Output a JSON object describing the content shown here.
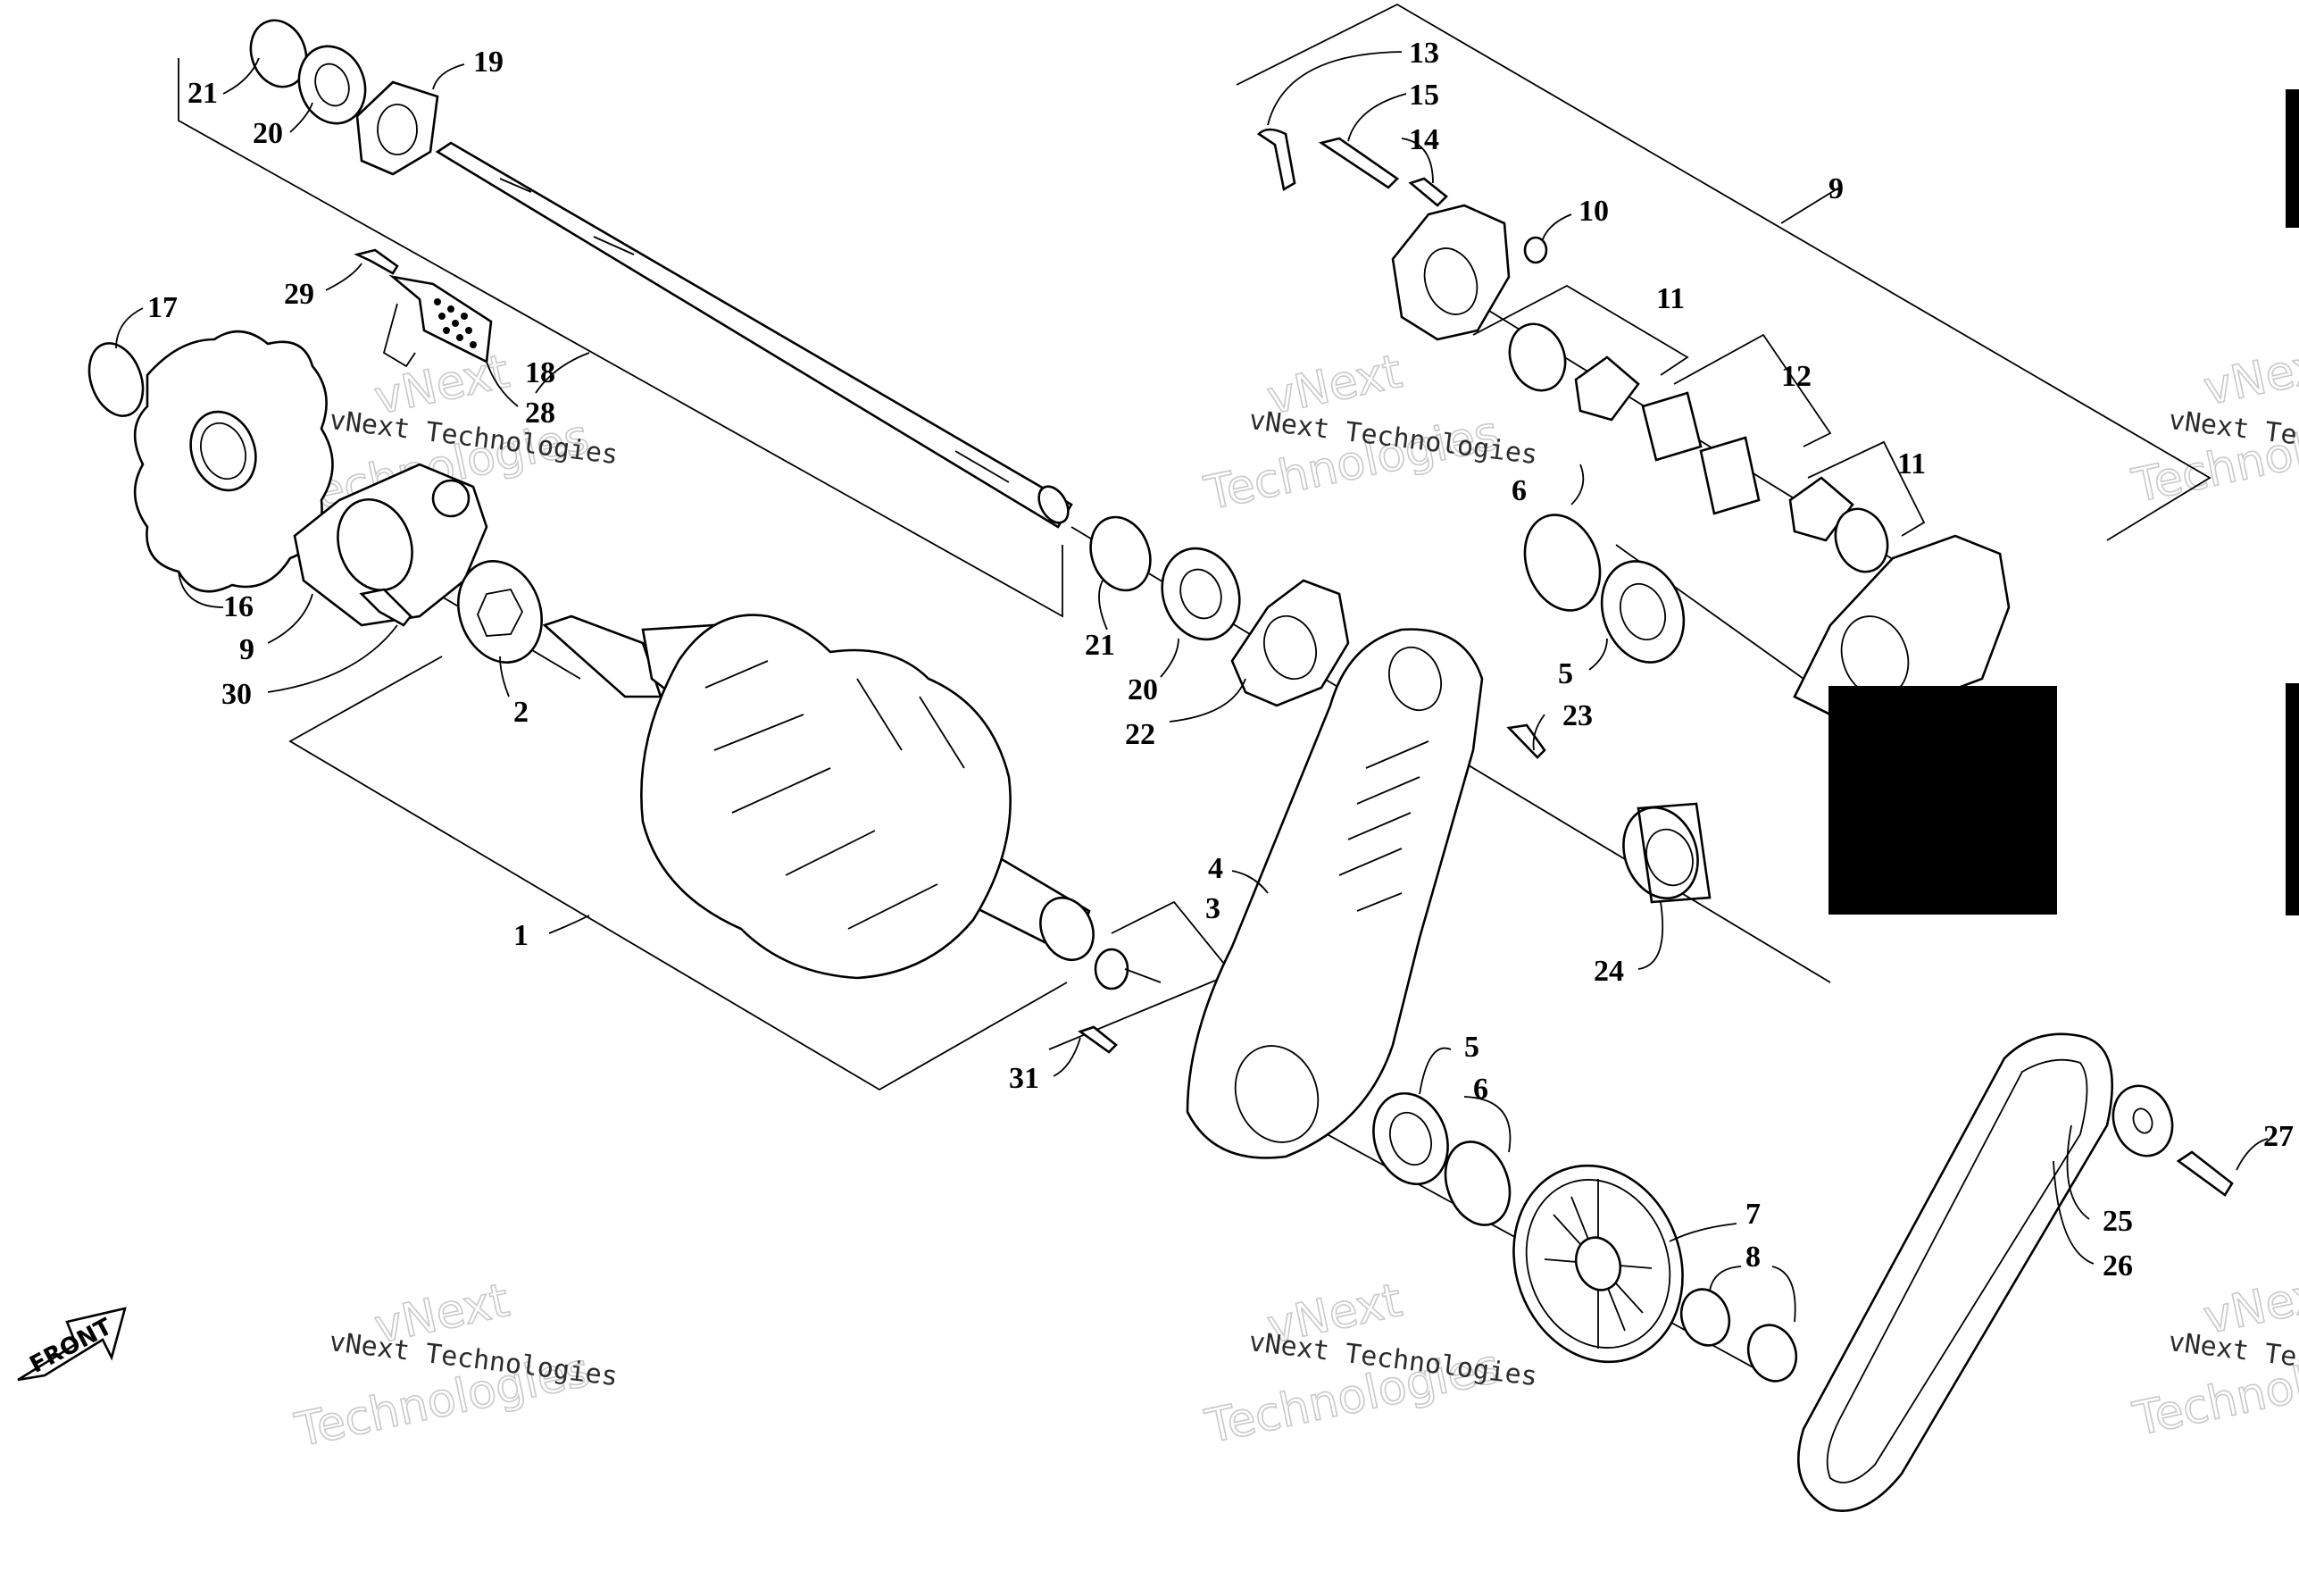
{
  "diagram": {
    "front_label": "FRONT",
    "watermark_small": "vNext Technologies",
    "watermark_big": [
      "vNext",
      "Technologies"
    ],
    "callouts": [
      {
        "id": "c21a",
        "text": "21"
      },
      {
        "id": "c20a",
        "text": "20"
      },
      {
        "id": "c19",
        "text": "19"
      },
      {
        "id": "c13",
        "text": "13"
      },
      {
        "id": "c15",
        "text": "15"
      },
      {
        "id": "c14",
        "text": "14"
      },
      {
        "id": "c9a",
        "text": "9"
      },
      {
        "id": "c10",
        "text": "10"
      },
      {
        "id": "c29",
        "text": "29"
      },
      {
        "id": "c17",
        "text": "17"
      },
      {
        "id": "c18",
        "text": "18"
      },
      {
        "id": "c28",
        "text": "28"
      },
      {
        "id": "c11a",
        "text": "11"
      },
      {
        "id": "c12",
        "text": "12"
      },
      {
        "id": "c11b",
        "text": "11"
      },
      {
        "id": "c6a",
        "text": "6"
      },
      {
        "id": "c16",
        "text": "16"
      },
      {
        "id": "c9b",
        "text": "9"
      },
      {
        "id": "c30",
        "text": "30"
      },
      {
        "id": "c2",
        "text": "2"
      },
      {
        "id": "c21b",
        "text": "21"
      },
      {
        "id": "c20b",
        "text": "20"
      },
      {
        "id": "c22",
        "text": "22"
      },
      {
        "id": "c5a",
        "text": "5"
      },
      {
        "id": "c23",
        "text": "23"
      },
      {
        "id": "c4",
        "text": "4"
      },
      {
        "id": "c3",
        "text": "3"
      },
      {
        "id": "c1",
        "text": "1"
      },
      {
        "id": "c24",
        "text": "24"
      },
      {
        "id": "c31",
        "text": "31"
      },
      {
        "id": "c5b",
        "text": "5"
      },
      {
        "id": "c6b",
        "text": "6"
      },
      {
        "id": "c7",
        "text": "7"
      },
      {
        "id": "c8",
        "text": "8"
      },
      {
        "id": "c27",
        "text": "27"
      },
      {
        "id": "c25",
        "text": "25"
      },
      {
        "id": "c26",
        "text": "26"
      }
    ]
  }
}
